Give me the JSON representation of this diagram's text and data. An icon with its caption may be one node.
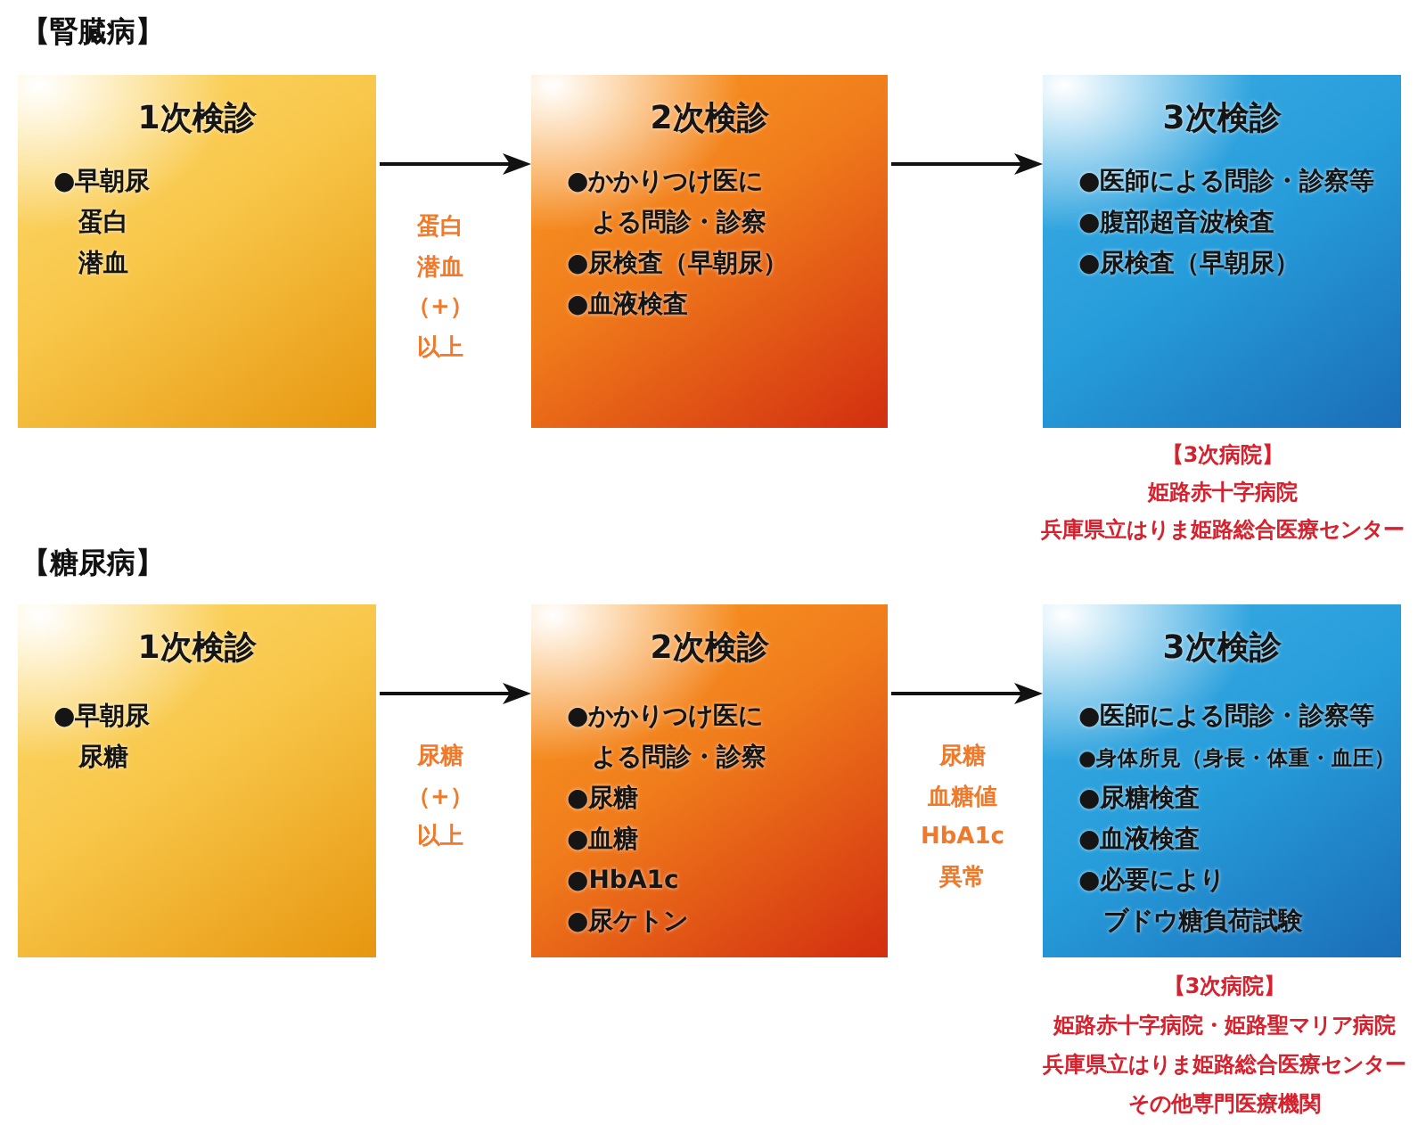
{
  "diagram": {
    "nodes": [
      {
        "text": [
          "1次検診",
          "●早朝尿",
          "蛋白",
          "潜血"
        ]
      },
      {
        "text": [
          "2次検診",
          "●かかりつけ医による問診・診察",
          "●尿検査（早朝尿）",
          "●血液検査"
        ]
      },
      {
        "text": [
          "3次検診",
          "●医師による問診・診察等",
          "●腹部超音波検査",
          "●尿検査（早朝尿）"
        ],
        "beside": [
          "【3次病院】",
          "姫路赤十字病院",
          "兵庫県立はりま姫路総合医療センター"
        ]
      },
      {
        "text": [
          "1次検診",
          "●早朝尿",
          "尿糖"
        ]
      },
      {
        "text": [
          "2次検診",
          "●かかりつけ医による問診・診察",
          "●尿糖",
          "●血糖",
          "●HbA1c",
          "●尿ケトン"
        ]
      },
      {
        "text": [
          "3次検診",
          "●医師による問診・診察等",
          "●身体所見（身長・体重・血圧）",
          "●尿糖検査",
          "●血液検査",
          "●必要によりブドウ糖負荷試験"
        ],
        "beside": [
          "【3次病院】",
          "姫路赤十字病院・姫路聖マリア病院",
          "兵庫県立はりま姫路総合医療センター",
          "その他専門医療機関"
        ]
      }
    ],
    "edges": [
      {
        "from": 0,
        "to": 1,
        "arrow": "to",
        "label": "蛋白潜血（+）以上"
      },
      {
        "from": 1,
        "to": 2,
        "arrow": "to"
      },
      {
        "from": 3,
        "to": 4,
        "arrow": "to",
        "label": "尿糖（+）以上"
      },
      {
        "from": 4,
        "to": 5,
        "arrow": "to",
        "label": "尿糖血糖値HbA1c異常"
      }
    ],
    "labels": [
      "【腎臓病】",
      "【糖尿病】"
    ]
  }
}
